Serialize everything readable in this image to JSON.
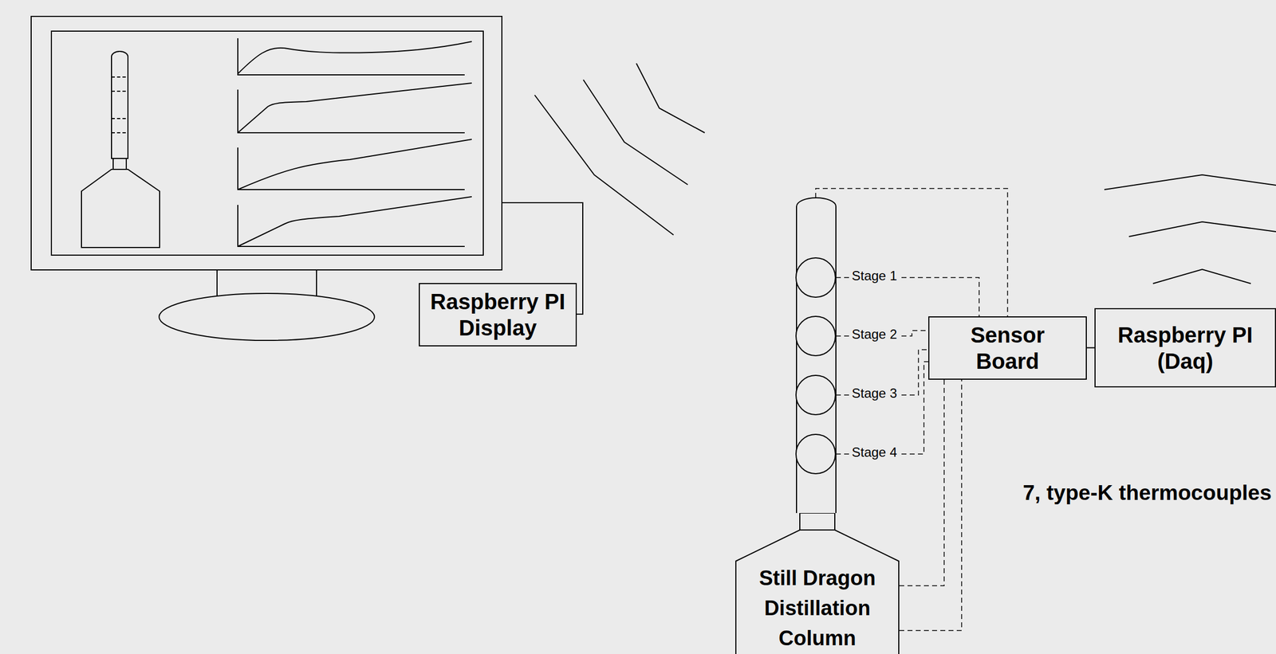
{
  "diagram": {
    "nodes": [
      {
        "text": [
          "Raspberry PI Display"
        ]
      },
      {
        "text": [
          "Sensor Board"
        ]
      },
      {
        "text": [
          "Raspberry PI (Daq)"
        ]
      },
      {
        "text": [
          "Still Dragon Distillation Column"
        ]
      }
    ],
    "edges": [
      {
        "from": 1,
        "to": 2,
        "arrow": "none"
      },
      {
        "from": 3,
        "to": 1,
        "arrow": "none"
      },
      {
        "from": 3,
        "to": 1,
        "arrow": "none"
      }
    ],
    "labels": [
      "Stage 1",
      "Stage 2",
      "Stage 3",
      "Stage 4",
      "7, type-K thermocouples"
    ]
  }
}
